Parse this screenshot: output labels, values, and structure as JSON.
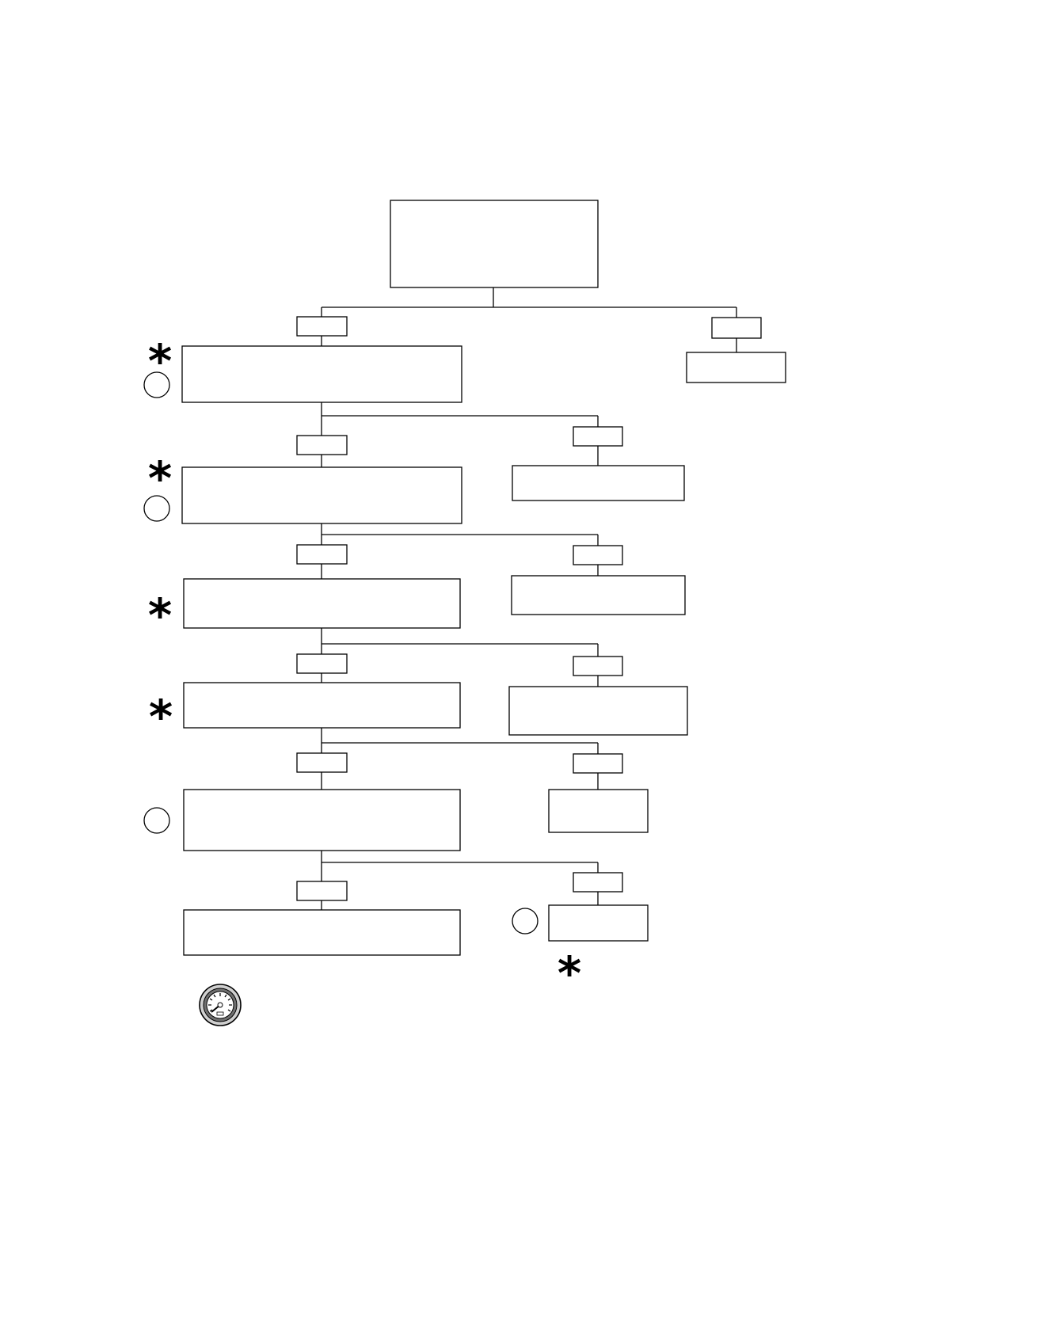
{
  "diagram": {
    "type": "flowchart",
    "nodes": {
      "root": {
        "text": ""
      },
      "yes-1": {
        "text": ""
      },
      "step-1": {
        "text": ""
      },
      "no-1": {
        "text": ""
      },
      "result-1": {
        "text": ""
      },
      "yes-2": {
        "text": ""
      },
      "step-2": {
        "text": ""
      },
      "no-2": {
        "text": ""
      },
      "result-2": {
        "text": ""
      },
      "yes-3": {
        "text": ""
      },
      "step-3": {
        "text": ""
      },
      "no-3": {
        "text": ""
      },
      "result-3": {
        "text": ""
      },
      "yes-4": {
        "text": ""
      },
      "step-4": {
        "text": ""
      },
      "no-4": {
        "text": ""
      },
      "result-4": {
        "text": ""
      },
      "yes-5": {
        "text": ""
      },
      "step-5": {
        "text": ""
      },
      "no-5": {
        "text": ""
      },
      "result-5": {
        "text": ""
      },
      "yes-6": {
        "text": ""
      },
      "step-6": {
        "text": ""
      },
      "no-6": {
        "text": ""
      },
      "result-6": {
        "text": ""
      }
    },
    "edges": [
      [
        "root",
        "yes-1"
      ],
      [
        "root",
        "no-1"
      ],
      [
        "yes-1",
        "step-1"
      ],
      [
        "no-1",
        "result-1"
      ],
      [
        "step-1",
        "yes-2"
      ],
      [
        "step-1",
        "no-2"
      ],
      [
        "yes-2",
        "step-2"
      ],
      [
        "no-2",
        "result-2"
      ],
      [
        "step-2",
        "yes-3"
      ],
      [
        "step-2",
        "no-3"
      ],
      [
        "yes-3",
        "step-3"
      ],
      [
        "no-3",
        "result-3"
      ],
      [
        "step-3",
        "yes-4"
      ],
      [
        "step-3",
        "no-4"
      ],
      [
        "yes-4",
        "step-4"
      ],
      [
        "no-4",
        "result-4"
      ],
      [
        "step-4",
        "yes-5"
      ],
      [
        "step-4",
        "no-5"
      ],
      [
        "yes-5",
        "step-5"
      ],
      [
        "no-5",
        "result-5"
      ],
      [
        "step-5",
        "yes-6"
      ],
      [
        "step-5",
        "no-6"
      ],
      [
        "yes-6",
        "step-6"
      ],
      [
        "no-6",
        "result-6"
      ]
    ],
    "markers": {
      "asterisk_symbol": "*",
      "asterisk_on": [
        "step-1",
        "step-2",
        "step-3",
        "step-4",
        "result-6"
      ],
      "circle_on": [
        "step-1",
        "step-2",
        "step-5",
        "result-6"
      ],
      "gauge_icon": "gauge-icon"
    }
  }
}
